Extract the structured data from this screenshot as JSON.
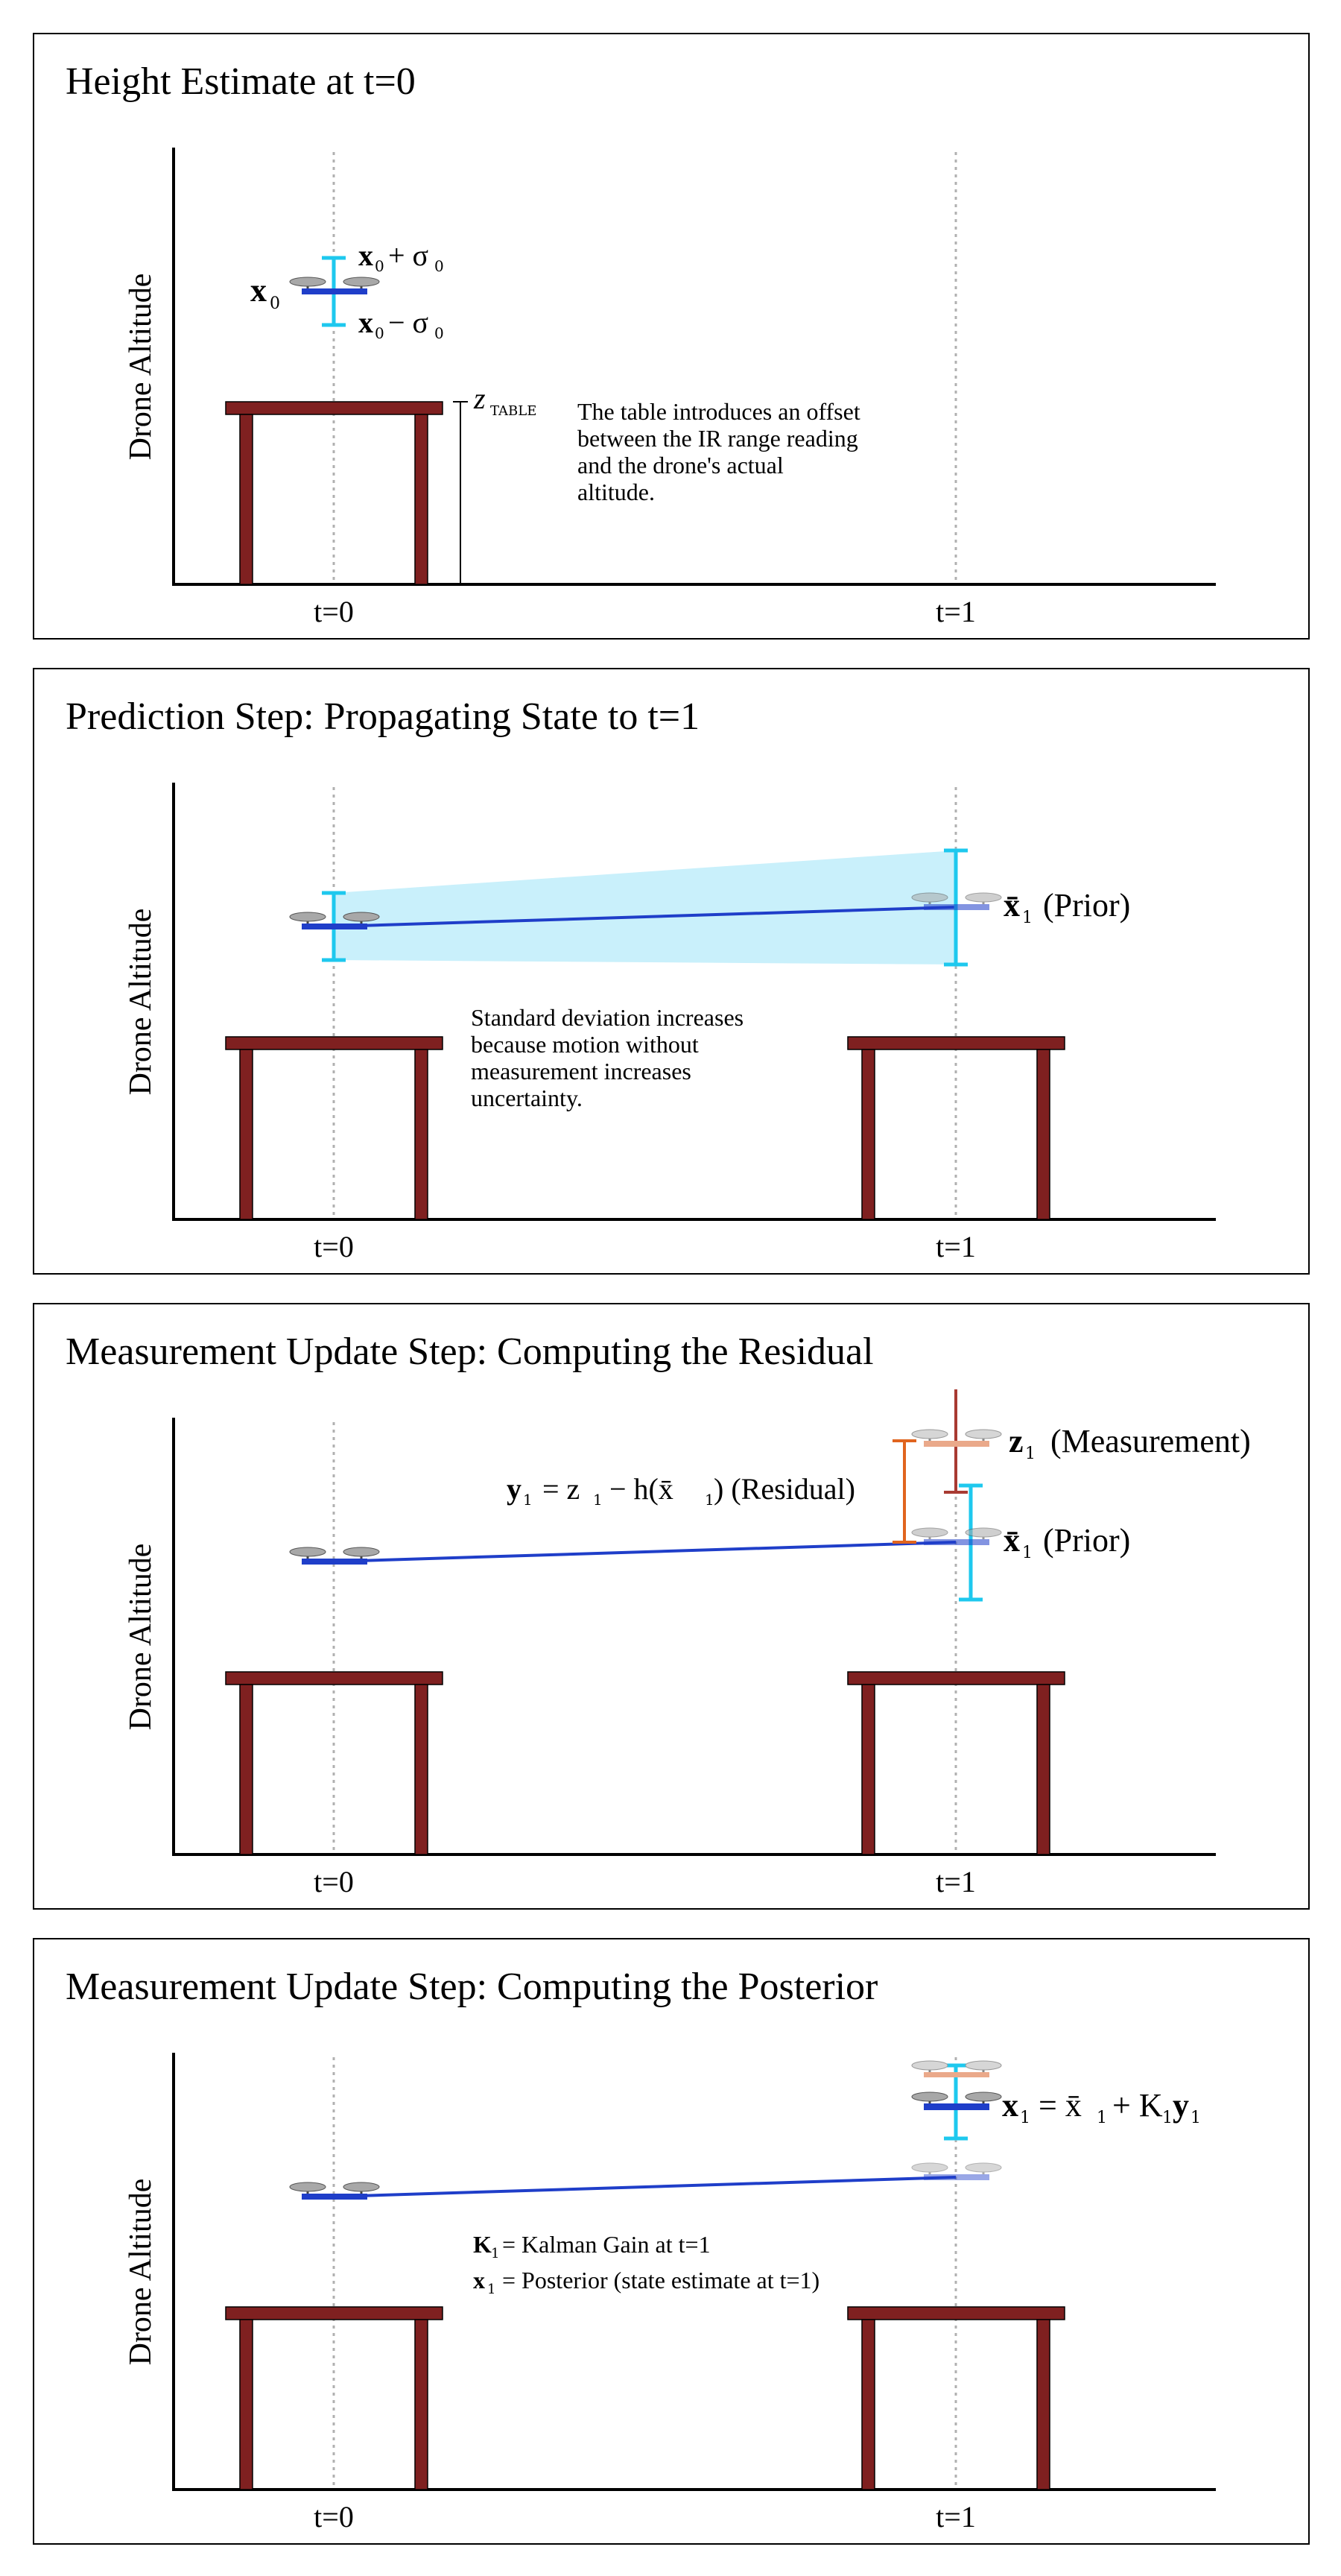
{
  "colors": {
    "table": "#7f2020",
    "drone_body": "#1f3ec9",
    "drone_prop": "#a8a8a8",
    "sigma_bar": "#1ec8ee",
    "uncertainty_fill": "#c9f0fb",
    "trajectory": "#1f3ec9",
    "residual": "#e0641e",
    "measurement_bar": "#a83a32",
    "measurement_drone": "#eaa98a",
    "gridline": "#b0b0b0"
  },
  "axis": {
    "ylabel": "Drone Altitude",
    "t0": "t=0",
    "t1": "t=1"
  },
  "panels": [
    {
      "title": "Height Estimate at t=0",
      "labels": {
        "x0": "x",
        "x0_sub": "0",
        "x0_plus": "x",
        "x0_plus_sub": "0",
        "x0_plus_op": "+ σ",
        "x0_plus_sigma_sub": "0",
        "x0_minus": "x",
        "x0_minus_sub": "0",
        "x0_minus_op": "− σ",
        "x0_minus_sigma_sub": "0",
        "z_table": "z",
        "z_table_sub": "TABLE"
      },
      "note": [
        "The table introduces an offset",
        "between the IR range reading",
        "and the drone's actual",
        "altitude."
      ]
    },
    {
      "title": "Prediction Step: Propagating State to t=1",
      "labels": {
        "prior": "x̄",
        "prior_sub": "1",
        "prior_suffix": "(Prior)"
      },
      "note": [
        "Standard deviation increases",
        "because motion without",
        "measurement increases",
        "uncertainty."
      ]
    },
    {
      "title": "Measurement Update Step: Computing the Residual",
      "labels": {
        "measurement": "z",
        "measurement_sub": "1",
        "measurement_suffix": "(Measurement)",
        "prior": "x̄",
        "prior_sub": "1",
        "prior_suffix": "(Prior)",
        "residual_y": "y",
        "residual_y_sub": "1",
        "residual_eq": "= z",
        "residual_z_sub": "1",
        "residual_minus": "− h(x̄",
        "residual_xbar_sub": "1",
        "residual_suffix": ") (Residual)"
      }
    },
    {
      "title": "Measurement Update Step: Computing the Posterior",
      "labels": {
        "posterior_x": "x",
        "posterior_x_sub": "1",
        "posterior_eq": "= x̄",
        "posterior_xbar_sub": "1",
        "posterior_plus": "+ K",
        "posterior_k_sub": "1",
        "posterior_y": "y",
        "posterior_y_sub": "1",
        "def_k": "K",
        "def_k_sub": "1",
        "def_k_text": "= Kalman Gain at t=1",
        "def_x": "x",
        "def_x_sub": "1",
        "def_x_text": "= Posterior (state estimate at t=1)"
      }
    }
  ]
}
